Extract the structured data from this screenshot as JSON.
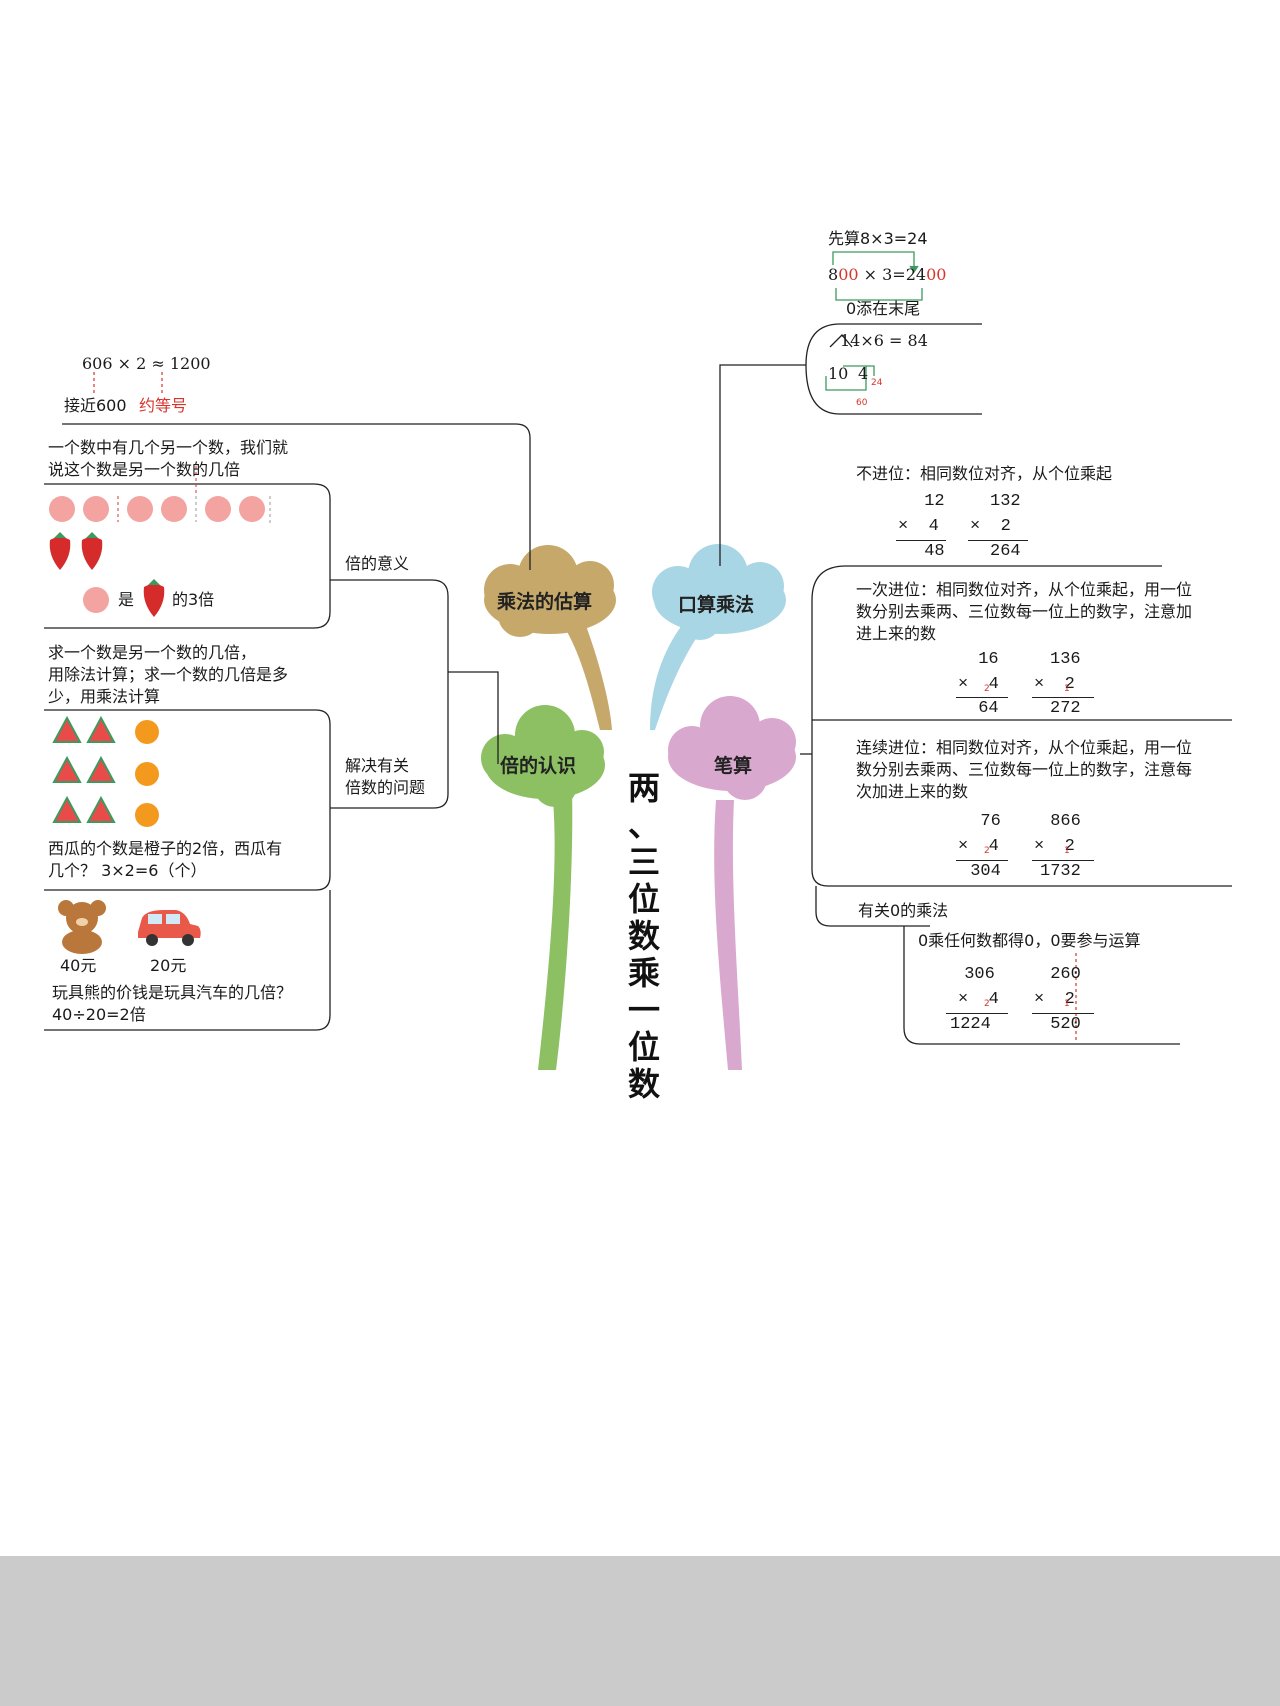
{
  "title": "两、三位数乘一位数",
  "nodes": {
    "estimate": "乘法的估算",
    "mental": "口算乘法",
    "times": "倍的认识",
    "written": "笔算"
  },
  "estimate": {
    "expr": "606 × 2 ≈ 1200",
    "near": "接近600",
    "approx": "约等号"
  },
  "times_meaning": {
    "label": "倍的意义",
    "definition": [
      "一个数中有几个另一个数，我们就",
      "说这个数是另一个数的几倍"
    ],
    "is_word": "是",
    "times3": "的3倍"
  },
  "times_problems": {
    "label": [
      "解决有关",
      "倍数的问题"
    ],
    "method": [
      "求一个数是另一个数的几倍，",
      "用除法计算；求一个数的几倍是多",
      "少，用乘法计算"
    ],
    "watermelon_q": [
      "西瓜的个数是橙子的2倍，西瓜有",
      "几个？ 3×2=6（个）"
    ],
    "bear_price": "40元",
    "car_price": "20元",
    "toy_q": [
      "玩具熊的价钱是玩具汽车的几倍？",
      "40÷20=2倍"
    ]
  },
  "mental_calc": {
    "first": "先算8×3=24",
    "expr_a": "8",
    "expr_a_red": "00",
    "expr_b": " × 3=24",
    "expr_b_red": "00",
    "zero_end": "0添在末尾",
    "expr2": "14×6 = 84",
    "split_ten": "10",
    "split_four": "4",
    "part24": "24",
    "part60": "60"
  },
  "written_calc": {
    "no_carry": "不进位：相同数位对齐，从个位乘起",
    "no_carry_ex": [
      {
        "top": " 12",
        "mul": "×  4",
        "res": " 48"
      },
      {
        "top": "132",
        "mul": "×  2",
        "res": "264"
      }
    ],
    "carry_once": [
      "一次进位：相同数位对齐，从个位乘起，用一位",
      "数分别去乘两、三位数每一位上的数字，注意加",
      "进上来的数"
    ],
    "carry_once_ex": [
      {
        "top": " 16",
        "mul": "×  4",
        "carry": "2",
        "res": " 64"
      },
      {
        "top": "136",
        "mul": "×  2",
        "carry": "1",
        "res": "272"
      }
    ],
    "carry_multi": [
      "连续进位：相同数位对齐，从个位乘起，用一位",
      "数分别去乘两、三位数每一位上的数字，注意每",
      "次加进上来的数"
    ],
    "carry_multi_ex": [
      {
        "top": "  76",
        "mul": "×  4",
        "carry": "2",
        "res": " 304"
      },
      {
        "top": " 866",
        "mul": "×  2",
        "carry": "1",
        "res": "1732"
      }
    ],
    "zero_title": "有关0的乘法",
    "zero_rule": "0乘任何数都得0，0要参与运算",
    "zero_ex": [
      {
        "top": " 306",
        "mul": "×  4",
        "carry": "2",
        "res": "1224"
      },
      {
        "top": " 260",
        "mul": "×  2",
        "carry": "1",
        "res": " 520"
      }
    ]
  },
  "colors": {
    "estimate_node": "#c6a86a",
    "mental_node": "#a9d6e5",
    "times_node": "#8cc063",
    "written_node": "#d9a8cf",
    "red": "#d9342b",
    "green": "#3c9a5f"
  }
}
